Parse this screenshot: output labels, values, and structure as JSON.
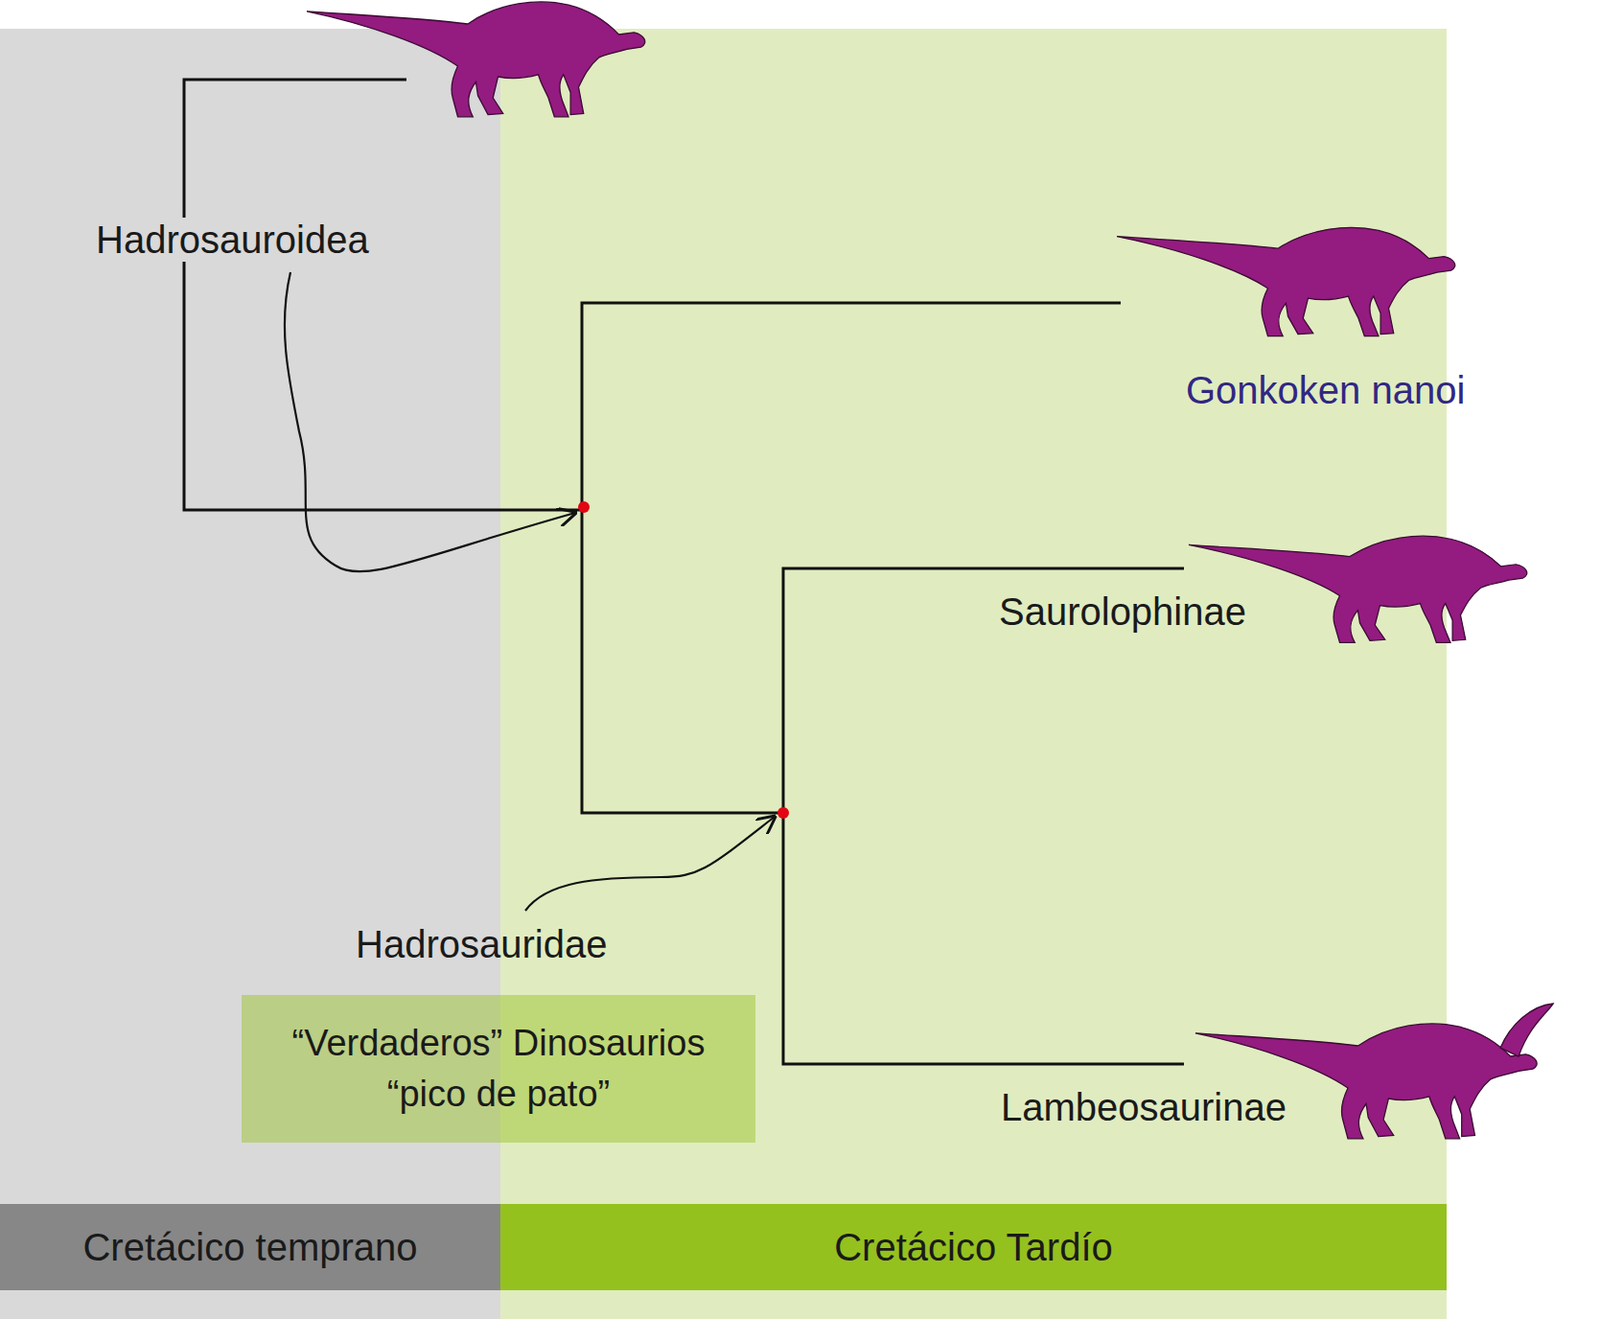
{
  "diagram": {
    "nodes": [
      {
        "text": [
          "“Verdaderos” Dinosaurios “pico de pato”"
        ]
      },
      {
        "text": [
          "Cretácico temprano"
        ]
      },
      {
        "text": [
          "Cretácico Tardío"
        ]
      }
    ],
    "labels": [
      "Hadrosauroidea",
      "Gonkoken nanoi",
      "Saurolophinae",
      "Hadrosauridae",
      "Lambeosaurinae"
    ]
  }
}
